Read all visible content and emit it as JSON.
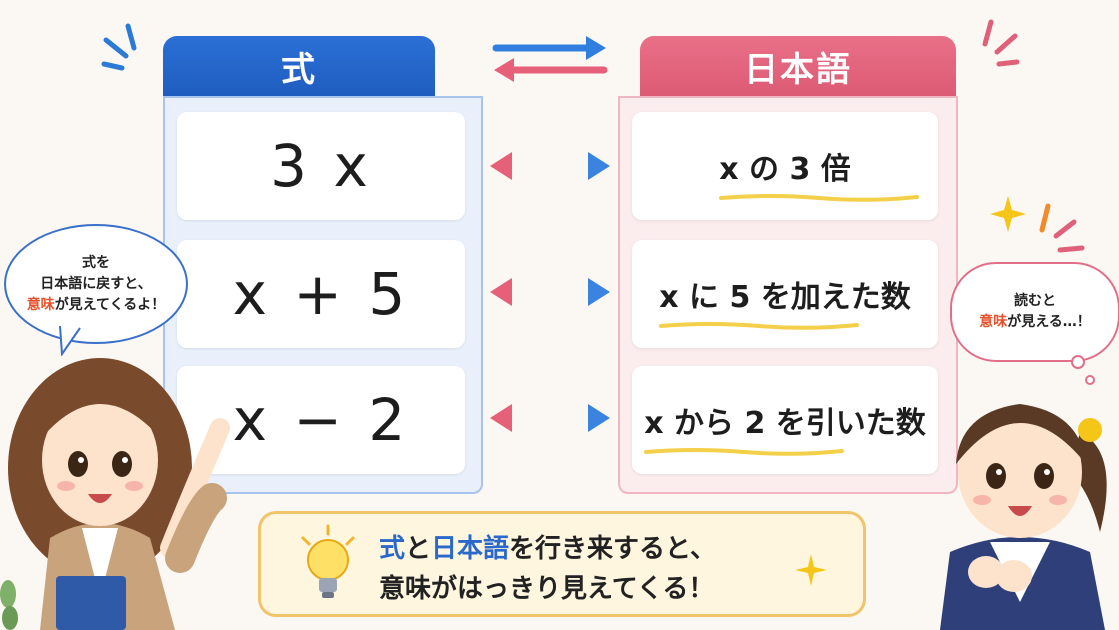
{
  "columns": {
    "left_title": "式",
    "right_title": "日本語"
  },
  "rows": [
    {
      "expression": "3 x",
      "japanese": "x の 3 倍"
    },
    {
      "expression": "x + 5",
      "japanese": "x に 5 を加えた数"
    },
    {
      "expression": "x − 2",
      "japanese": "x から 2 を引いた数"
    }
  ],
  "left_bubble": {
    "line1": "式を",
    "line2": "日本語に戻すと、",
    "line3_red": "意味",
    "line3_rest": "が見えてくるよ！"
  },
  "right_bubble": {
    "line1": "読むと",
    "line2_red": "意味",
    "line2_rest": "が見える…！"
  },
  "banner": {
    "l1_a": "式",
    "l1_b": "と",
    "l1_c": "日本語",
    "l1_d": "を行き来すると、",
    "l2": "意味がはっきり見えてくる！"
  },
  "colors": {
    "blue": "#2a68c9",
    "pink": "#e0607a",
    "orange": "#e5532d"
  }
}
